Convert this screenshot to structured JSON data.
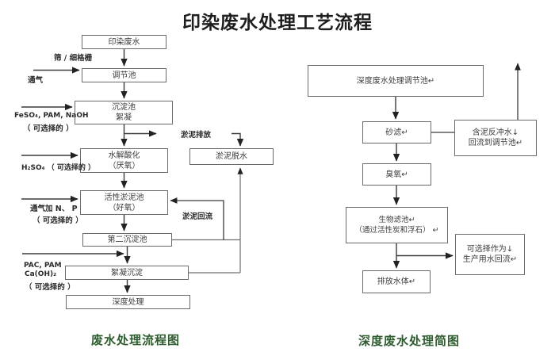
{
  "title": "印染废水处理工艺流程",
  "colors": {
    "green": "#2e5c2e",
    "border": "#6a6a6a",
    "text": "#3b3b3b",
    "line": "#3c3c3c",
    "loop": "#6f6f6f",
    "title": "#1e1e1e"
  },
  "left_diagram": {
    "caption": "废水处理流程图",
    "nodes": {
      "raw": {
        "label": "印染废水"
      },
      "tiaojie": {
        "label": "调节池"
      },
      "chendian": {
        "line1": "沉淀池",
        "line2": "絮凝"
      },
      "shuijie": {
        "line1": "水解酸化",
        "line2": "（厌氧）"
      },
      "huoxing": {
        "line1": "活性淤泥池",
        "line2": "（好氧）"
      },
      "dier": {
        "label": "第二沉淀池"
      },
      "xuning": {
        "label": "絮凝沉淀"
      },
      "shendu": {
        "label": "深度处理"
      },
      "tuoshui": {
        "label": "淤泥脱水"
      }
    },
    "side_labels": {
      "screen": "筛 / 细格栅",
      "aeration": "通气",
      "feso4": "FeSO₄, PAM, NaOH",
      "optional1": "（ 可选择的 ）",
      "h2so4": "H₂SO₄ （ 可选择的 ）",
      "np": "通气加 N、 P",
      "optional2": "（ 可选择的 ）",
      "pac": "PAC, PAM",
      "caoh2": "Ca(OH)₂",
      "optional3": "（ 可选择的 ）"
    },
    "flow_labels": {
      "discharge": "淤泥排放",
      "return": "淤泥回流"
    }
  },
  "right_diagram": {
    "caption": "深度废水处理简图",
    "nodes": {
      "tiaojiechi": {
        "label": "深度废水处理调节池↵"
      },
      "shalv": {
        "label": "砂滤↵"
      },
      "backwash": {
        "line1": "含泥反冲水↓",
        "line2": "回流到调节池↵"
      },
      "chouyang": {
        "label": "臭氧↵"
      },
      "shengwu": {
        "line1": "生物滤池↵",
        "line2": "（通过活性炭和浮石） ↵"
      },
      "paifang": {
        "label": "排放水体↵"
      },
      "reuse": {
        "line1": "可选择作为↓",
        "line2": "生产用水回流↵"
      }
    }
  }
}
